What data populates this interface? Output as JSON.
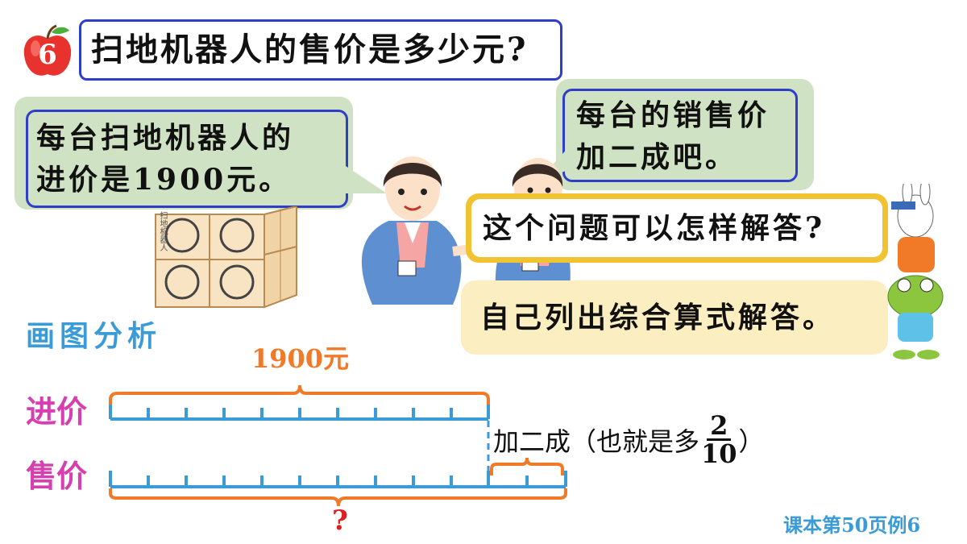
{
  "example_number": "6",
  "question": "扫地机器人的售价是多少元?",
  "speech_left": [
    "每台扫地机器人的",
    "进价是1900元。"
  ],
  "speech_right": [
    "每台的销售价",
    "加二成吧。"
  ],
  "prompt_question": "这个问题可以怎样解答?",
  "prompt_answer": "自己列出综合算式解答。",
  "box_label": [
    "扫地",
    "机器人"
  ],
  "section_title": "画图分析",
  "diagram": {
    "top_brace_label": "1900元",
    "row1_label": "进价",
    "row2_label": "售价",
    "extra_label": "加二成（也就是多",
    "fraction_numerator": "2",
    "fraction_denominator": "10",
    "close_paren": "）",
    "question_mark": "?"
  },
  "footer": "课本第50页例6",
  "colors": {
    "accent_blue": "#2f3dc9",
    "bar_blue": "#3a9bd6",
    "brace_orange": "#f07a28",
    "label_pink": "#d63faf",
    "bubble_green": "#cfe3c4",
    "bubble_yellow": "#fbeec0",
    "question_red": "#e02020"
  }
}
